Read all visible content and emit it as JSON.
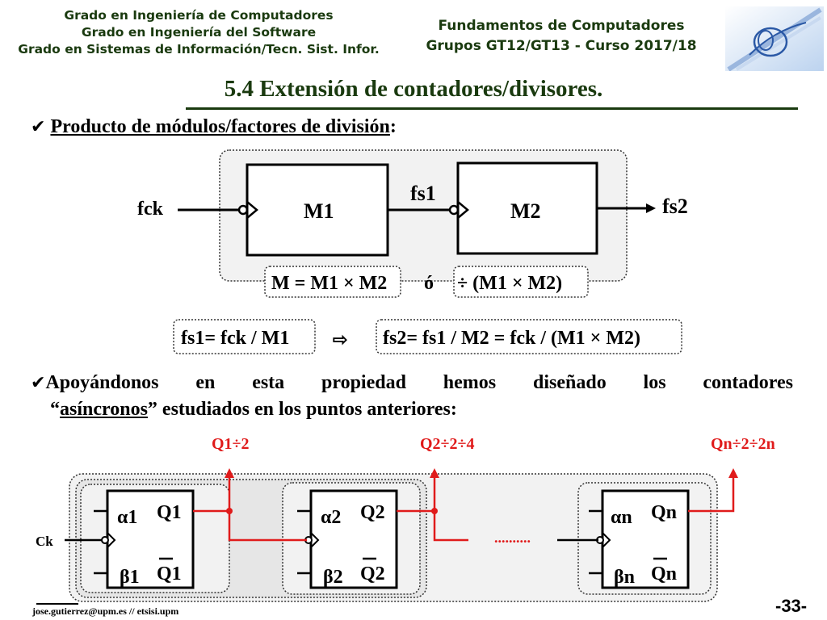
{
  "header": {
    "left_lines": [
      "Grado en Ingeniería de Computadores",
      "Grado en Ingeniería del Software",
      "Grado en Sistemas de Información/Tecn. Sist. Infor."
    ],
    "right_lines": [
      "Fundamentos de Computadores",
      "Grupos GT12/GT13 - Curso 2017/18"
    ]
  },
  "title": "5.4 Extensión de contadores/divisores.",
  "bullet1": "Producto de módulos/factores de división",
  "diagram1": {
    "input": "fck",
    "block1": "M1",
    "mid_signal": "fs1",
    "block2": "M2",
    "output": "fs2",
    "formula_a": "M = M1 × M2",
    "or": "ó",
    "formula_b": "÷ (M1 × M2)",
    "eq1": "fs1= fck / M1",
    "arrow": "⇨",
    "eq2": "fs2= fs1 / M2 = fck / (M1 × M2)"
  },
  "bullet2": {
    "line1_words": [
      "Apoyándonos",
      "en",
      "esta",
      "propiedad",
      "hemos",
      "diseñado",
      "los",
      "contadores"
    ],
    "line2_prefix": "“",
    "line2_underlined": "asíncronos",
    "line2_suffix": "” estudiados en los puntos anteriores:"
  },
  "diagram2": {
    "clock": "Ck",
    "q1_label": "Q1÷2",
    "q2_label": "Q2÷2÷4",
    "qn_label": "Qn÷2÷2n",
    "dots": "..........",
    "stages": [
      {
        "alpha": "α1",
        "beta": "β1",
        "q": "Q1",
        "qbar": "Q1"
      },
      {
        "alpha": "α2",
        "beta": "β2",
        "q": "Q2",
        "qbar": "Q2"
      },
      {
        "alpha": "αn",
        "beta": "βn",
        "q": "Qn",
        "qbar": "Qn"
      }
    ]
  },
  "footer": {
    "email": "jose.gutierrez@upm.es // etsisi.upm",
    "page": "-33-"
  },
  "colors": {
    "heading": "#1a3a0f",
    "signal": "#e01b1b",
    "panel": "#f2f2f2"
  }
}
